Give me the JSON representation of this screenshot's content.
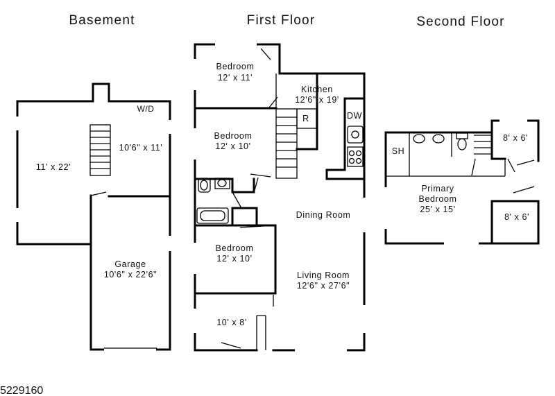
{
  "floors": {
    "basement": "Basement",
    "first": "First Floor",
    "second": "Second Floor"
  },
  "basement_rooms": {
    "wd": "W/D",
    "room_a": "10'6\" x 11'",
    "room_b": "11' x 22'",
    "garage_name": "Garage",
    "garage_size": "10'6\" x 22'6\""
  },
  "first_rooms": {
    "bed1_name": "Bedroom",
    "bed1_size": "12' x 11'",
    "kitchen_name": "Kitchen",
    "kitchen_size": "12'6\" x 19'",
    "dw": "DW",
    "fridge": "R",
    "bed2_name": "Bedroom",
    "bed2_size": "12' x 10'",
    "dining": "Dining Room",
    "bed3_name": "Bedroom",
    "bed3_size": "12' x 10'",
    "living_name": "Living Room",
    "living_size": "12'6\" x 27'6\"",
    "porch_size": "10' x 8'"
  },
  "second_rooms": {
    "sh": "SH",
    "closet_top": "8' x 6'",
    "primary_line1": "Primary",
    "primary_line2": "Bedroom",
    "primary_size": "25' x 15'",
    "closet_bottom": "8' x 6'"
  },
  "listing_id": "5229160"
}
